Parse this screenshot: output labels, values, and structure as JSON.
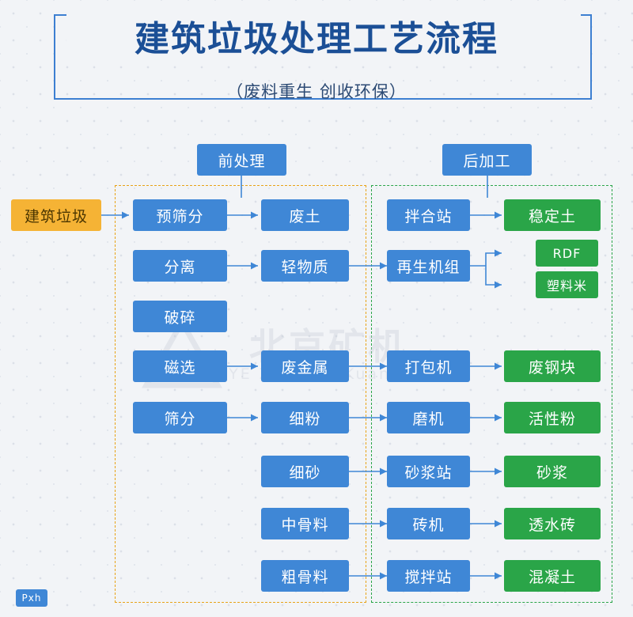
{
  "header": {
    "title": "建筑垃圾处理工艺流程",
    "subtitle": "（废料重生  创收环保）"
  },
  "groups": {
    "pre_label": "前处理",
    "post_label": "后加工"
  },
  "input": {
    "label": "建筑垃圾"
  },
  "columns": {
    "col1": [
      {
        "label": "预筛分"
      },
      {
        "label": "分离"
      },
      {
        "label": "破碎"
      },
      {
        "label": "磁选"
      },
      {
        "label": "筛分"
      }
    ],
    "col2": [
      {
        "label": "废土"
      },
      {
        "label": "轻物质"
      },
      {
        "label": "废金属"
      },
      {
        "label": "细粉"
      },
      {
        "label": "细砂"
      },
      {
        "label": "中骨料"
      },
      {
        "label": "粗骨料"
      }
    ],
    "col3": [
      {
        "label": "拌合站"
      },
      {
        "label": "再生机组"
      },
      {
        "label": "打包机"
      },
      {
        "label": "磨机"
      },
      {
        "label": "砂浆站"
      },
      {
        "label": "砖机"
      },
      {
        "label": "搅拌站"
      }
    ],
    "col4": [
      {
        "label": "稳定土"
      },
      {
        "label": "RDF"
      },
      {
        "label": "塑料米"
      },
      {
        "label": "废钢块"
      },
      {
        "label": "活性粉"
      },
      {
        "label": "砂浆"
      },
      {
        "label": "透水砖"
      },
      {
        "label": "混凝土"
      }
    ]
  },
  "watermark": {
    "line1": "北京矿机",
    "line2": "ZOONYE  ZhongYi Kuangji"
  },
  "logo": {
    "label": "Pxh"
  },
  "colors": {
    "blue": "#3f87d6",
    "green": "#2aa548",
    "orange": "#f5b335",
    "title": "#1b4f96",
    "pre_border": "#e8a317",
    "post_border": "#2aa548"
  }
}
